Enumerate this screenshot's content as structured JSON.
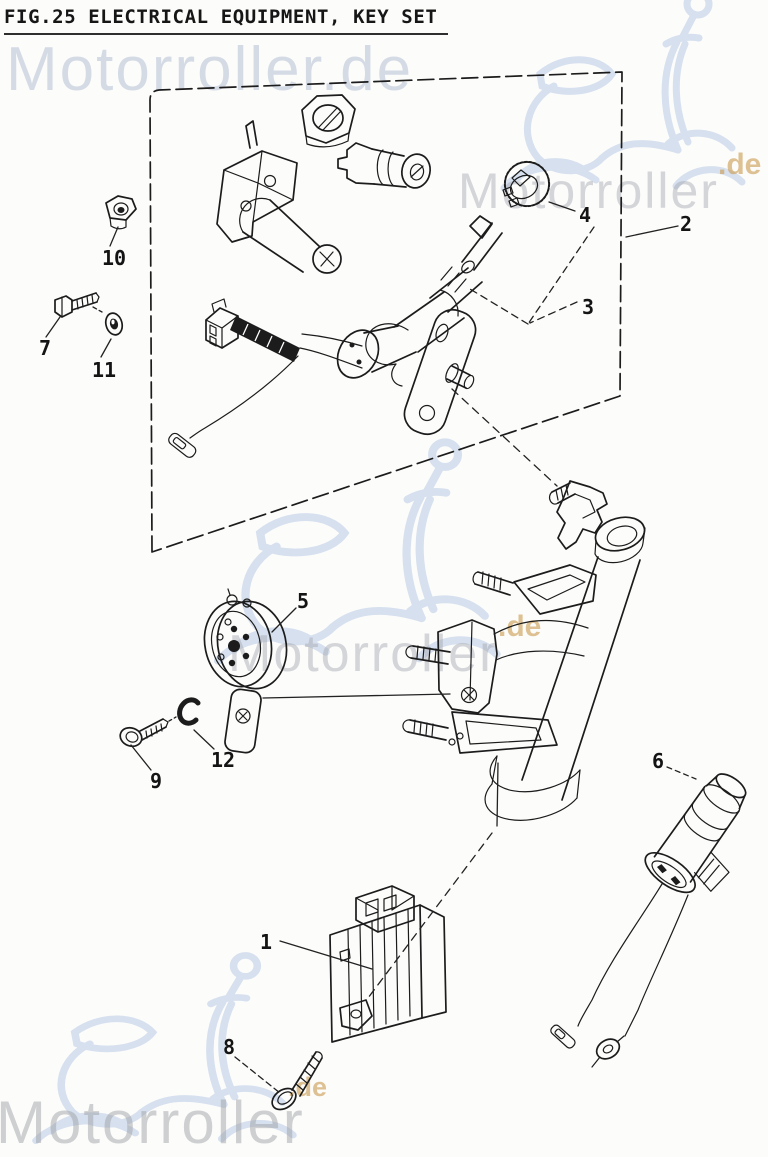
{
  "page": {
    "background_color": "#fcfcfb",
    "line_color": "#1c1c1c"
  },
  "header": {
    "title": "FIG.25 ELECTRICAL EQUIPMENT, KEY SET"
  },
  "watermarks": {
    "top_text": "Motorroller.de",
    "brand_text": "Motorroller",
    "domain_text": ".de",
    "scooter_color": "#d6e0ee",
    "gray_text_color": "#a6a9b0",
    "blue_text_color": "#96a6c4",
    "gold_text_color": "#c89a50"
  },
  "diagram": {
    "labels": [
      "1",
      "2",
      "3",
      "4",
      "5",
      "6",
      "7",
      "8",
      "9",
      "10",
      "11",
      "12"
    ]
  }
}
